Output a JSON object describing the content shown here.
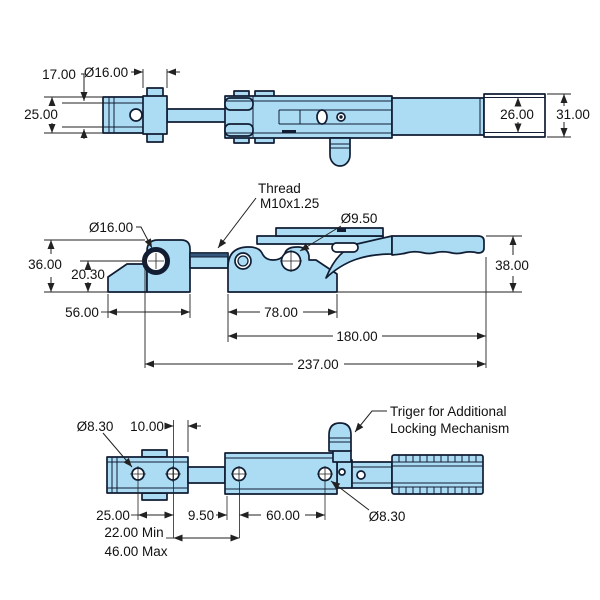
{
  "drawing": {
    "type": "engineering-drawing",
    "subject": "adjustable latch toggle clamp, three orthographic views",
    "colors": {
      "part_fill": "#ABDCF4",
      "outline": "#101D33",
      "dimension": "#222222",
      "background": "#FFFFFF"
    }
  },
  "views": {
    "top": {
      "dims": {
        "d17": "17.00",
        "d16": "Ø16.00",
        "d25": "25.00",
        "d26": "26.00",
        "d31": "31.00"
      }
    },
    "side": {
      "labels": {
        "thread_title": "Thread",
        "thread_spec": "M10x1.25",
        "d950": "Ø9.50",
        "d16": "Ø16.00"
      },
      "dims": {
        "d36": "36.00",
        "d2030": "20.30",
        "d38": "38.00",
        "d56": "56.00",
        "d78": "78.00",
        "d180": "180.00",
        "d237": "237.00"
      }
    },
    "bottom": {
      "dims": {
        "d830_left": "Ø8.30",
        "d10": "10.00",
        "d25": "25.00",
        "d22min": "22.00 Min",
        "d46max": "46.00 Max",
        "d950": "9.50",
        "d60": "60.00",
        "d830_right": "Ø8.30"
      },
      "note": {
        "line1": "Triger for Additional",
        "line2": "Locking Mechanism"
      }
    }
  }
}
